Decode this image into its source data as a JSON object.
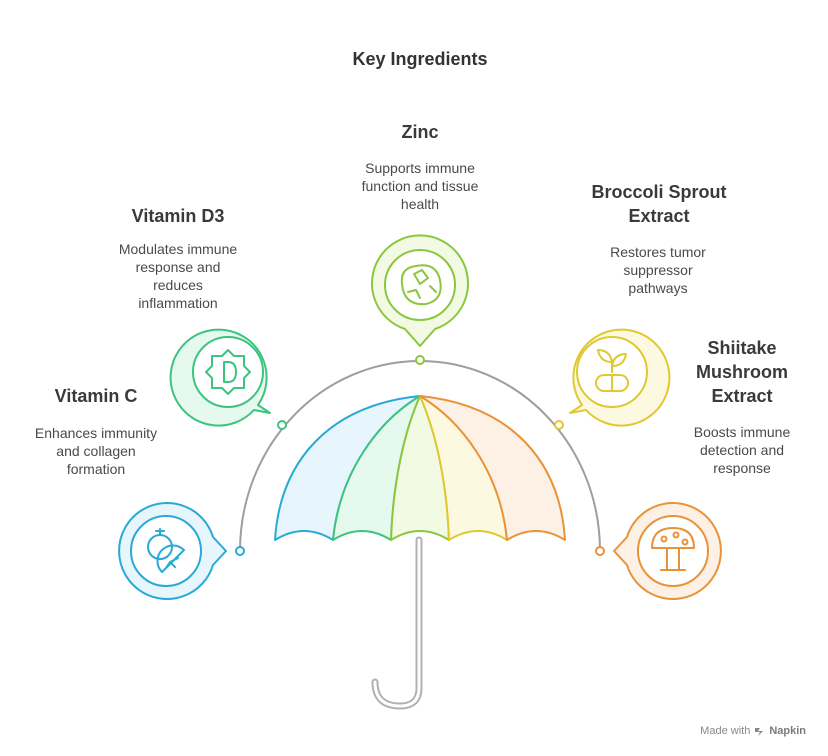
{
  "title": "Key Ingredients",
  "items": [
    {
      "name": "Vitamin C",
      "description": "Enhances immunity\nand collagen\nformation",
      "color": "#29a9d6",
      "icon": "citrus-icon"
    },
    {
      "name": "Vitamin D3",
      "description": "Modulates immune\nresponse and\nreduces\ninflammation",
      "color": "#3cc47e",
      "icon": "vitamin-d-badge-icon"
    },
    {
      "name": "Zinc",
      "description": "Supports immune\nfunction and tissue\nhealth",
      "color": "#8cc63f",
      "icon": "mineral-rock-icon"
    },
    {
      "name": "Broccoli Sprout\nExtract",
      "description": "Restores tumor\nsuppressor\npathways",
      "color": "#e0c830",
      "icon": "sprout-capsule-icon"
    },
    {
      "name": "Shiitake\nMushroom\nExtract",
      "description": "Boosts immune\ndetection and\nresponse",
      "color": "#e8933a",
      "icon": "mushroom-icon"
    }
  ],
  "footer": {
    "made_with": "Made with",
    "brand": "Napkin"
  }
}
